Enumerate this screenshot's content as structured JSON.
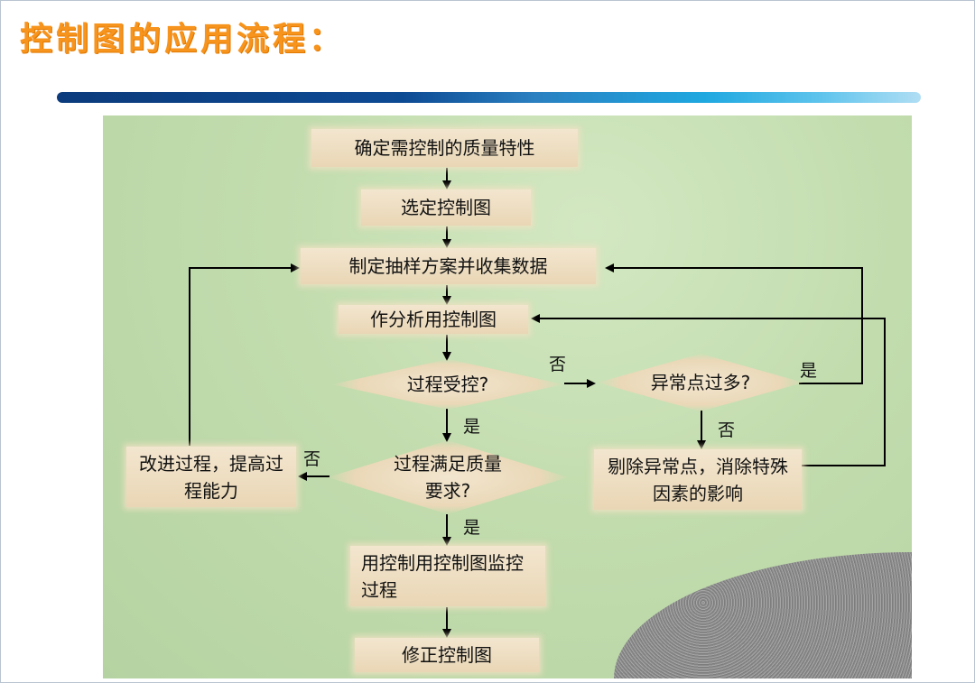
{
  "title": "控制图的应用流程：",
  "nodes": {
    "determine": "确定需控制的质量特性",
    "select": "选定控制图",
    "sampling": "制定抽样方案并收集数据",
    "analysis": "作分析用控制图",
    "in_control": "过程受控?",
    "too_many": "异常点过多?",
    "quality_ok": "过程满足质量要求?",
    "improve": "改进过程，提高过程能力",
    "remove": "剔除异常点，消除特殊因素的影响",
    "monitor": "用控制用控制图监控过程",
    "revise": "修正控制图"
  },
  "labels": {
    "yes": "是",
    "no": "否"
  }
}
